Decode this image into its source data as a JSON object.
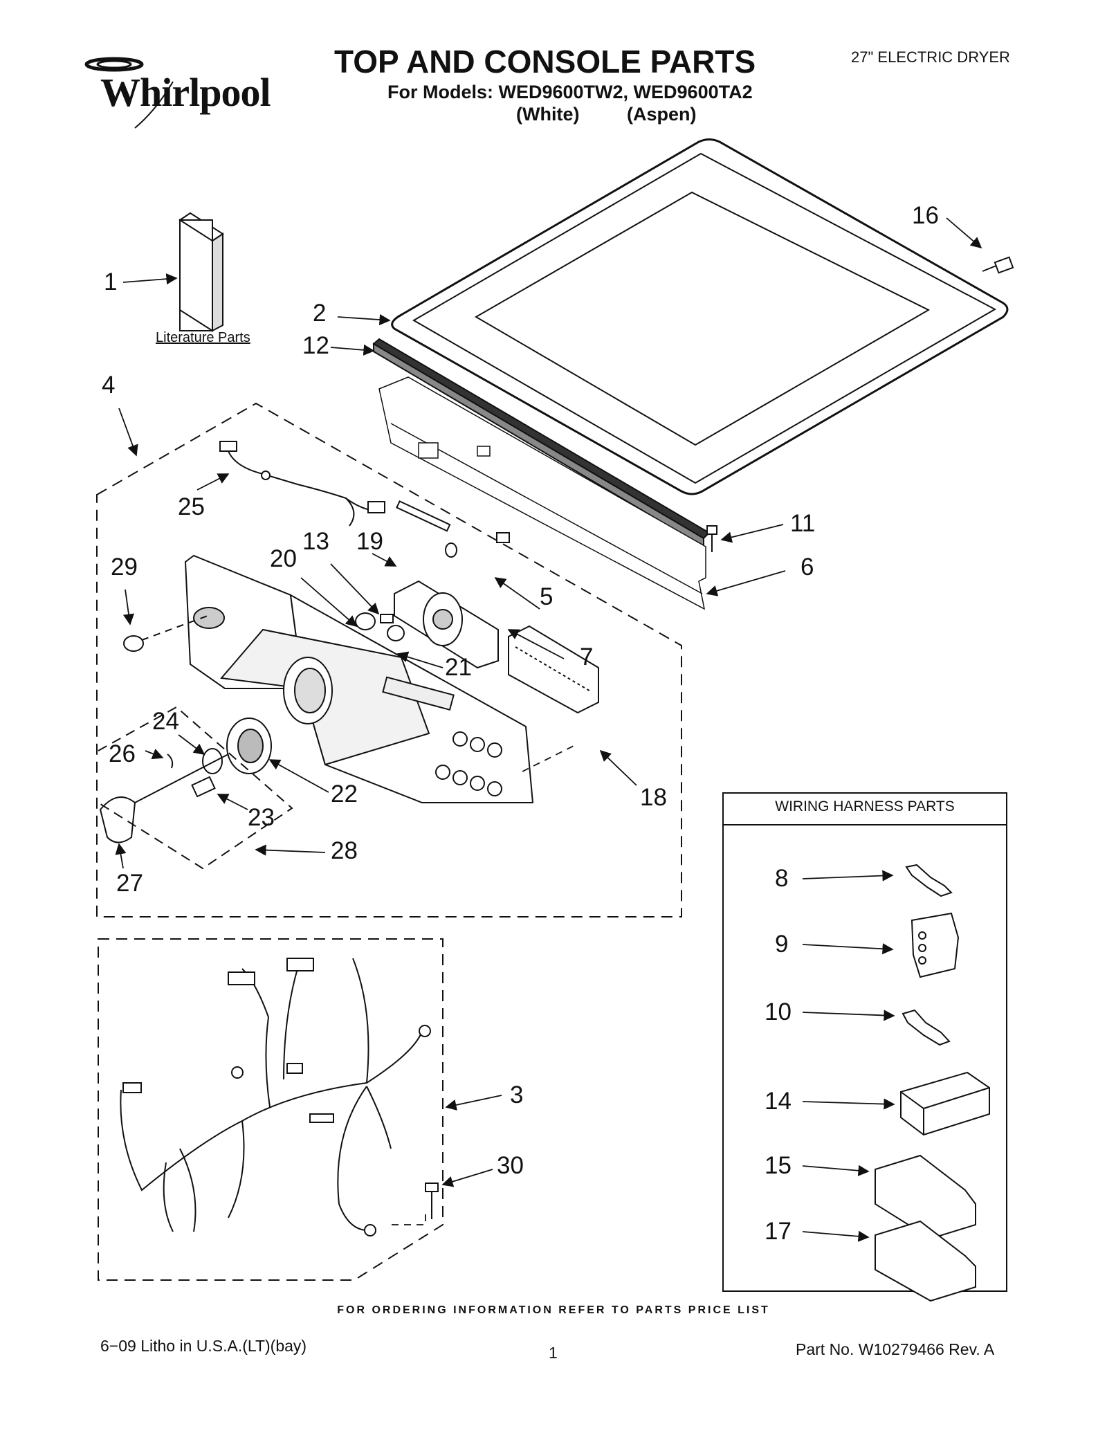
{
  "brand": "Whirlpool",
  "header": {
    "title": "TOP AND CONSOLE PARTS",
    "models_line": "For Models: WED9600TW2, WED9600TA2",
    "color_white": "(White)",
    "color_aspen": "(Aspen)",
    "product": "27\" ELECTRIC DRYER"
  },
  "literature_label": "Literature Parts",
  "wiring_box_title": "WIRING HARNESS PARTS",
  "callouts": [
    "1",
    "2",
    "12",
    "4",
    "16",
    "25",
    "29",
    "20",
    "13",
    "19",
    "11",
    "6",
    "5",
    "7",
    "21",
    "24",
    "26",
    "22",
    "18",
    "23",
    "28",
    "27",
    "8",
    "9",
    "10",
    "14",
    "3",
    "15",
    "30",
    "17"
  ],
  "footer": {
    "order_info": "FOR ORDERING INFORMATION REFER TO PARTS PRICE LIST",
    "litho": "6−09 Litho in U.S.A.(LT)(bay)",
    "page": "1",
    "part_no": "Part No. W10279466 Rev. A"
  }
}
